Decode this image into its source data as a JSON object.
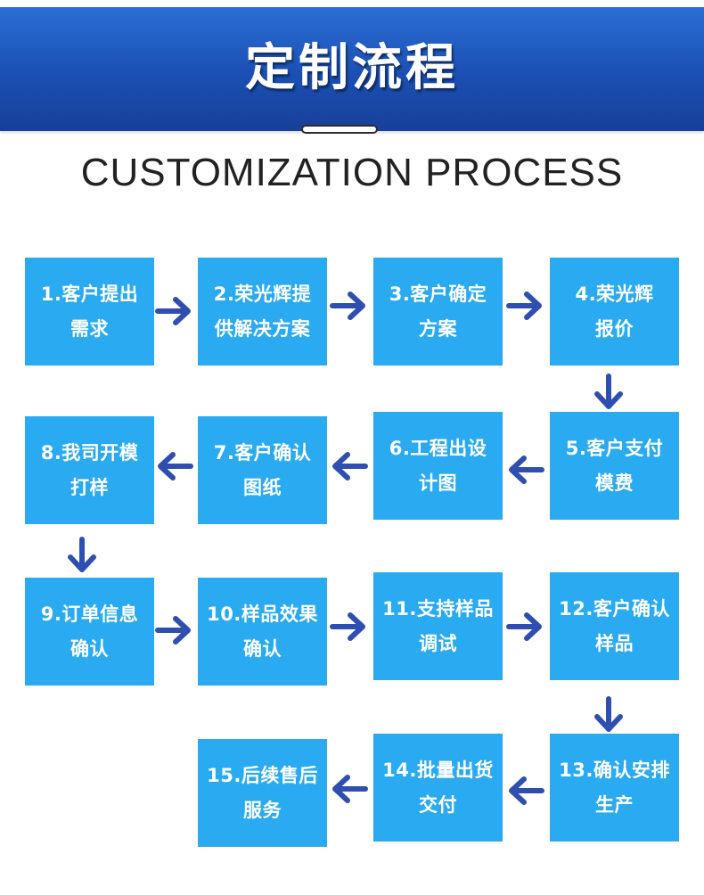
{
  "header": {
    "title": "定制流程",
    "subtitle": "CUSTOMIZATION PROCESS"
  },
  "colors": {
    "header_blue": "#1b4fb2",
    "box_blue": "#2aaaf0",
    "arrow_blue": "#2f4fb0"
  },
  "steps": [
    {
      "label": "1.客户提出\n需求"
    },
    {
      "label": "2.荣光辉提\n供解决方案"
    },
    {
      "label": "3.客户确定\n方案"
    },
    {
      "label": "4.荣光辉\n报价"
    },
    {
      "label": "5.客户支付\n模费"
    },
    {
      "label": "6.工程出设\n计图"
    },
    {
      "label": "7.客户确认\n图纸"
    },
    {
      "label": "8.我司开模\n打样"
    },
    {
      "label": "9.订单信息\n确认"
    },
    {
      "label": "10.样品效果\n确认"
    },
    {
      "label": "11.支持样品\n调试"
    },
    {
      "label": "12.客户确认\n样品"
    },
    {
      "label": "13.确认安排\n生产"
    },
    {
      "label": "14.批量出货\n交付"
    },
    {
      "label": "15.后续售后\n服务"
    }
  ],
  "arrows": [
    {
      "from": 1,
      "to": 2,
      "direction": "right"
    },
    {
      "from": 2,
      "to": 3,
      "direction": "right"
    },
    {
      "from": 3,
      "to": 4,
      "direction": "right"
    },
    {
      "from": 4,
      "to": 5,
      "direction": "down"
    },
    {
      "from": 5,
      "to": 6,
      "direction": "left"
    },
    {
      "from": 6,
      "to": 7,
      "direction": "left"
    },
    {
      "from": 7,
      "to": 8,
      "direction": "left"
    },
    {
      "from": 8,
      "to": 9,
      "direction": "down"
    },
    {
      "from": 9,
      "to": 10,
      "direction": "right"
    },
    {
      "from": 10,
      "to": 11,
      "direction": "right"
    },
    {
      "from": 11,
      "to": 12,
      "direction": "right"
    },
    {
      "from": 12,
      "to": 13,
      "direction": "down"
    },
    {
      "from": 13,
      "to": 14,
      "direction": "left"
    },
    {
      "from": 14,
      "to": 15,
      "direction": "left"
    }
  ]
}
